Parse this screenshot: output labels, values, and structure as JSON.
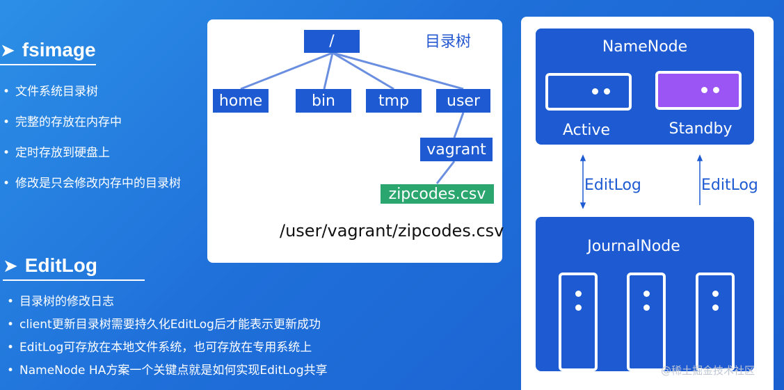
{
  "fsimage": {
    "title": "fsimage",
    "bullets": [
      "文件系统目录树",
      "完整的存放在内存中",
      "定时存放到硬盘上",
      "修改是只会修改内存中的目录树"
    ]
  },
  "editlog": {
    "title": "EditLog",
    "bullets": [
      "目录树的修改日志",
      "client更新目录树需要持久化EditLog后才能表示更新成功",
      "EditLog可存放在本地文件系统，也可存放在专用系统上",
      "NameNode HA方案一个关键点就是如何实现EditLog共享"
    ]
  },
  "tree": {
    "title": "目录树",
    "root": "/",
    "children": [
      "home",
      "bin",
      "tmp",
      "user"
    ],
    "vagrant": "vagrant",
    "file": "zipcodes.csv",
    "path": "/user/vagrant/zipcodes.csv"
  },
  "ha": {
    "namenode_title": "NameNode",
    "active_label": "Active",
    "standby_label": "Standby",
    "editlog_left": "EditLog",
    "editlog_right": "EditLog",
    "journalnode_title": "JournalNode"
  },
  "colors": {
    "node_blue": "#1e5bd3",
    "file_green": "#2ba66f",
    "standby_purple": "#9b55f5"
  },
  "watermark": "@稀土掘金技术社区"
}
